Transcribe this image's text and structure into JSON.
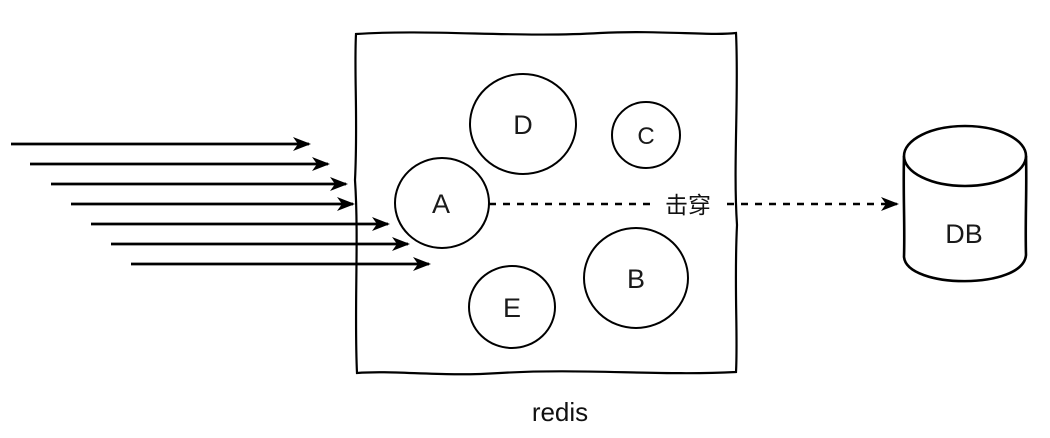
{
  "diagram": {
    "background_color": "#ffffff",
    "stroke_color": "#000000",
    "requests": {
      "arrow_count": 7
    },
    "cache": {
      "caption": "redis",
      "keys": {
        "a": "A",
        "b": "B",
        "c": "C",
        "d": "D",
        "e": "E"
      }
    },
    "penetration": {
      "label": "击穿"
    },
    "database": {
      "label": "DB"
    }
  }
}
